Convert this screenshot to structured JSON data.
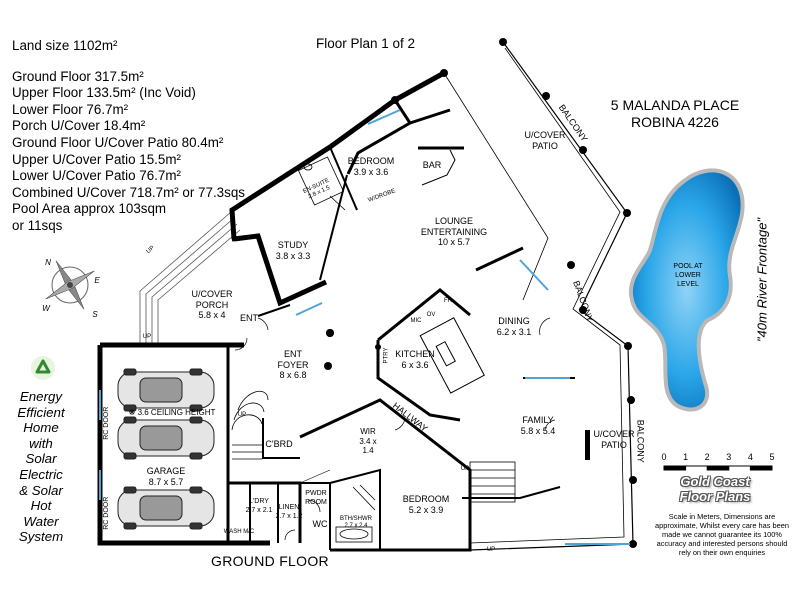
{
  "stats": {
    "land": "Land size 1102m²",
    "lines": [
      "Ground Floor 317.5m²",
      "Upper Floor 133.5m² (Inc Void)",
      "Lower Floor 76.7m²",
      "Porch U/Cover 18.4m²",
      "Ground Floor U/Cover Patio 80.4m²",
      "Upper U/Cover Patio 15.5m²",
      "Lower U/Cover Patio 76.7m²",
      "Combined U/Cover 718.7m² or 77.3sqs",
      "Pool Area approx 103sqm",
      "or 11sqs"
    ]
  },
  "plan_title": "Floor Plan 1 of 2",
  "address": {
    "line1": "5 MALANDA PLACE",
    "line2": "ROBINA 4226"
  },
  "energy_lines": [
    "Energy",
    "Efficient",
    "Home",
    "with",
    "Solar",
    "Electric",
    "& Solar",
    "Hot",
    "Water",
    "System"
  ],
  "river": "\"40m River Frontage\"",
  "floor_label": "GROUND FLOOR",
  "brand": {
    "line1": "Gold Coast",
    "line2": "Floor Plans"
  },
  "disclaimer": "Scale in Meters, Dimensions are approximate, Whilst every care has been made we cannot guarantee its 100% accuracy and interested persons should rely on their own enquiries",
  "scale": {
    "ticks": [
      "0",
      "1",
      "2",
      "3",
      "4",
      "5"
    ]
  },
  "compass": {
    "n": "N",
    "e": "E",
    "s": "S",
    "w": "W"
  },
  "rooms": {
    "bedroom1": {
      "name": "BEDROOM",
      "dim": "3.9 x 3.6"
    },
    "bar": {
      "name": "BAR"
    },
    "ensuite": {
      "name": "EN-SUITE",
      "dim": "2.8 x 1.5"
    },
    "wdrobe": {
      "name": "W/DROBE"
    },
    "study": {
      "name": "STUDY",
      "dim": "3.8 x 3.3"
    },
    "lounge": {
      "name1": "LOUNGE",
      "name2": "ENTERTAINING",
      "dim": "10 x 5.7"
    },
    "ucover_patio_top": {
      "name1": "U/COVER",
      "name2": "PATIO"
    },
    "balcony_top": {
      "name": "BALCONY"
    },
    "balcony_mid": {
      "name": "BALCONY"
    },
    "balcony_right": {
      "name": "BALCONY"
    },
    "pool": {
      "name1": "POOL AT",
      "name2": "LOWER",
      "name3": "LEVEL"
    },
    "porch": {
      "name1": "U/COVER",
      "name2": "PORCH",
      "dim": "5.8 x 4"
    },
    "ent": {
      "name": "ENT"
    },
    "dining": {
      "name": "DINING",
      "dim": "6.2 x 3.1"
    },
    "kitchen": {
      "name": "KITCHEN",
      "dim": "6 x 3.6"
    },
    "fr": {
      "name": "FR"
    },
    "mic": {
      "name": "MIC"
    },
    "ov": {
      "name": "OV"
    },
    "ptry": {
      "name": "PTRY"
    },
    "foyer": {
      "name1": "ENT",
      "name2": "FOYER",
      "dim": "8 x 6.8"
    },
    "hallway": {
      "name": "HALLWAY"
    },
    "family": {
      "name": "FAMILY",
      "dim": "5.8 x 5.4"
    },
    "ucover_patio_right": {
      "name1": "U/COVER",
      "name2": "PATIO"
    },
    "cbrd": {
      "name": "C'BRD"
    },
    "wir": {
      "name": "WIR",
      "dim1": "3.4 x",
      "dim2": "1.4"
    },
    "bedroom2": {
      "name": "BEDROOM",
      "dim": "5.2 x 3.9"
    },
    "garage": {
      "name": "GARAGE",
      "dim": "8.7 x 5.7"
    },
    "ceiling": {
      "name": "3.6 CEILING HEIGHT"
    },
    "rc_door_1": {
      "name": "RC DOOR"
    },
    "rc_door_2": {
      "name": "RC DOOR"
    },
    "ldry": {
      "name": "L'DRY",
      "dim": "2.7 x 2.1"
    },
    "wash": {
      "name": "WASH M/C"
    },
    "linen": {
      "name": "LINEN",
      "dim": "2.7 x 1.2"
    },
    "pwdr": {
      "name1": "PWDR",
      "name2": "ROOM"
    },
    "wc": {
      "name": "WC"
    },
    "bthshwr": {
      "name": "BTH/SHWR",
      "dim": "2.7 x 2.4"
    }
  },
  "up_labels": [
    "UP",
    "UP",
    "UP",
    "UP",
    "UP",
    "UP"
  ]
}
